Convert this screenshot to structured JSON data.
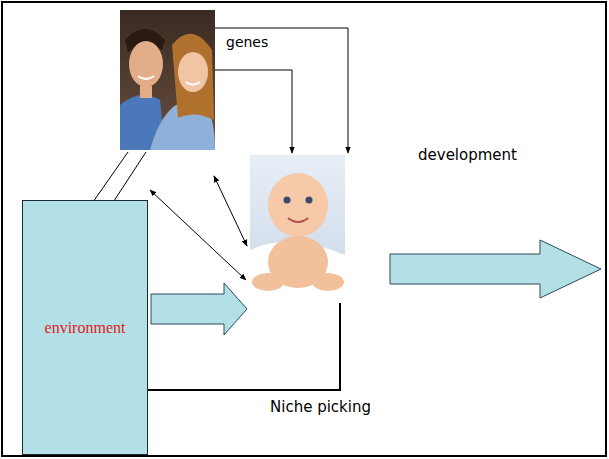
{
  "diagram": {
    "nodes": [
      {
        "text": [
          "environment"
        ]
      }
    ],
    "labels": [
      "genes",
      "development",
      "Niche picking"
    ]
  }
}
